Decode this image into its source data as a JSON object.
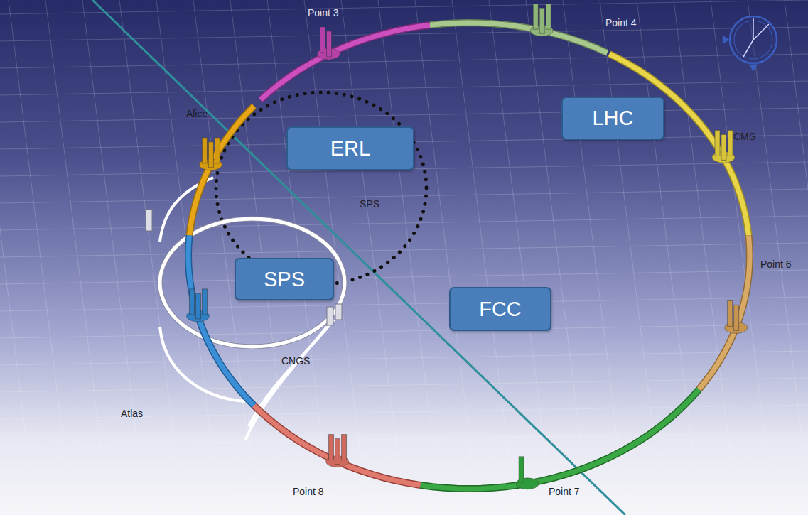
{
  "diagram": {
    "nodes": [
      {
        "text": [
          "ERL"
        ]
      },
      {
        "text": [
          "LHC"
        ]
      },
      {
        "text": [
          "SPS"
        ]
      },
      {
        "text": [
          "FCC"
        ]
      }
    ],
    "labels": [
      "Point 3",
      "Point 4",
      "Alice",
      "CMS",
      "SPS",
      "Atlas",
      "CNGS",
      "Point 6",
      "Point 8",
      "Point 7"
    ]
  }
}
